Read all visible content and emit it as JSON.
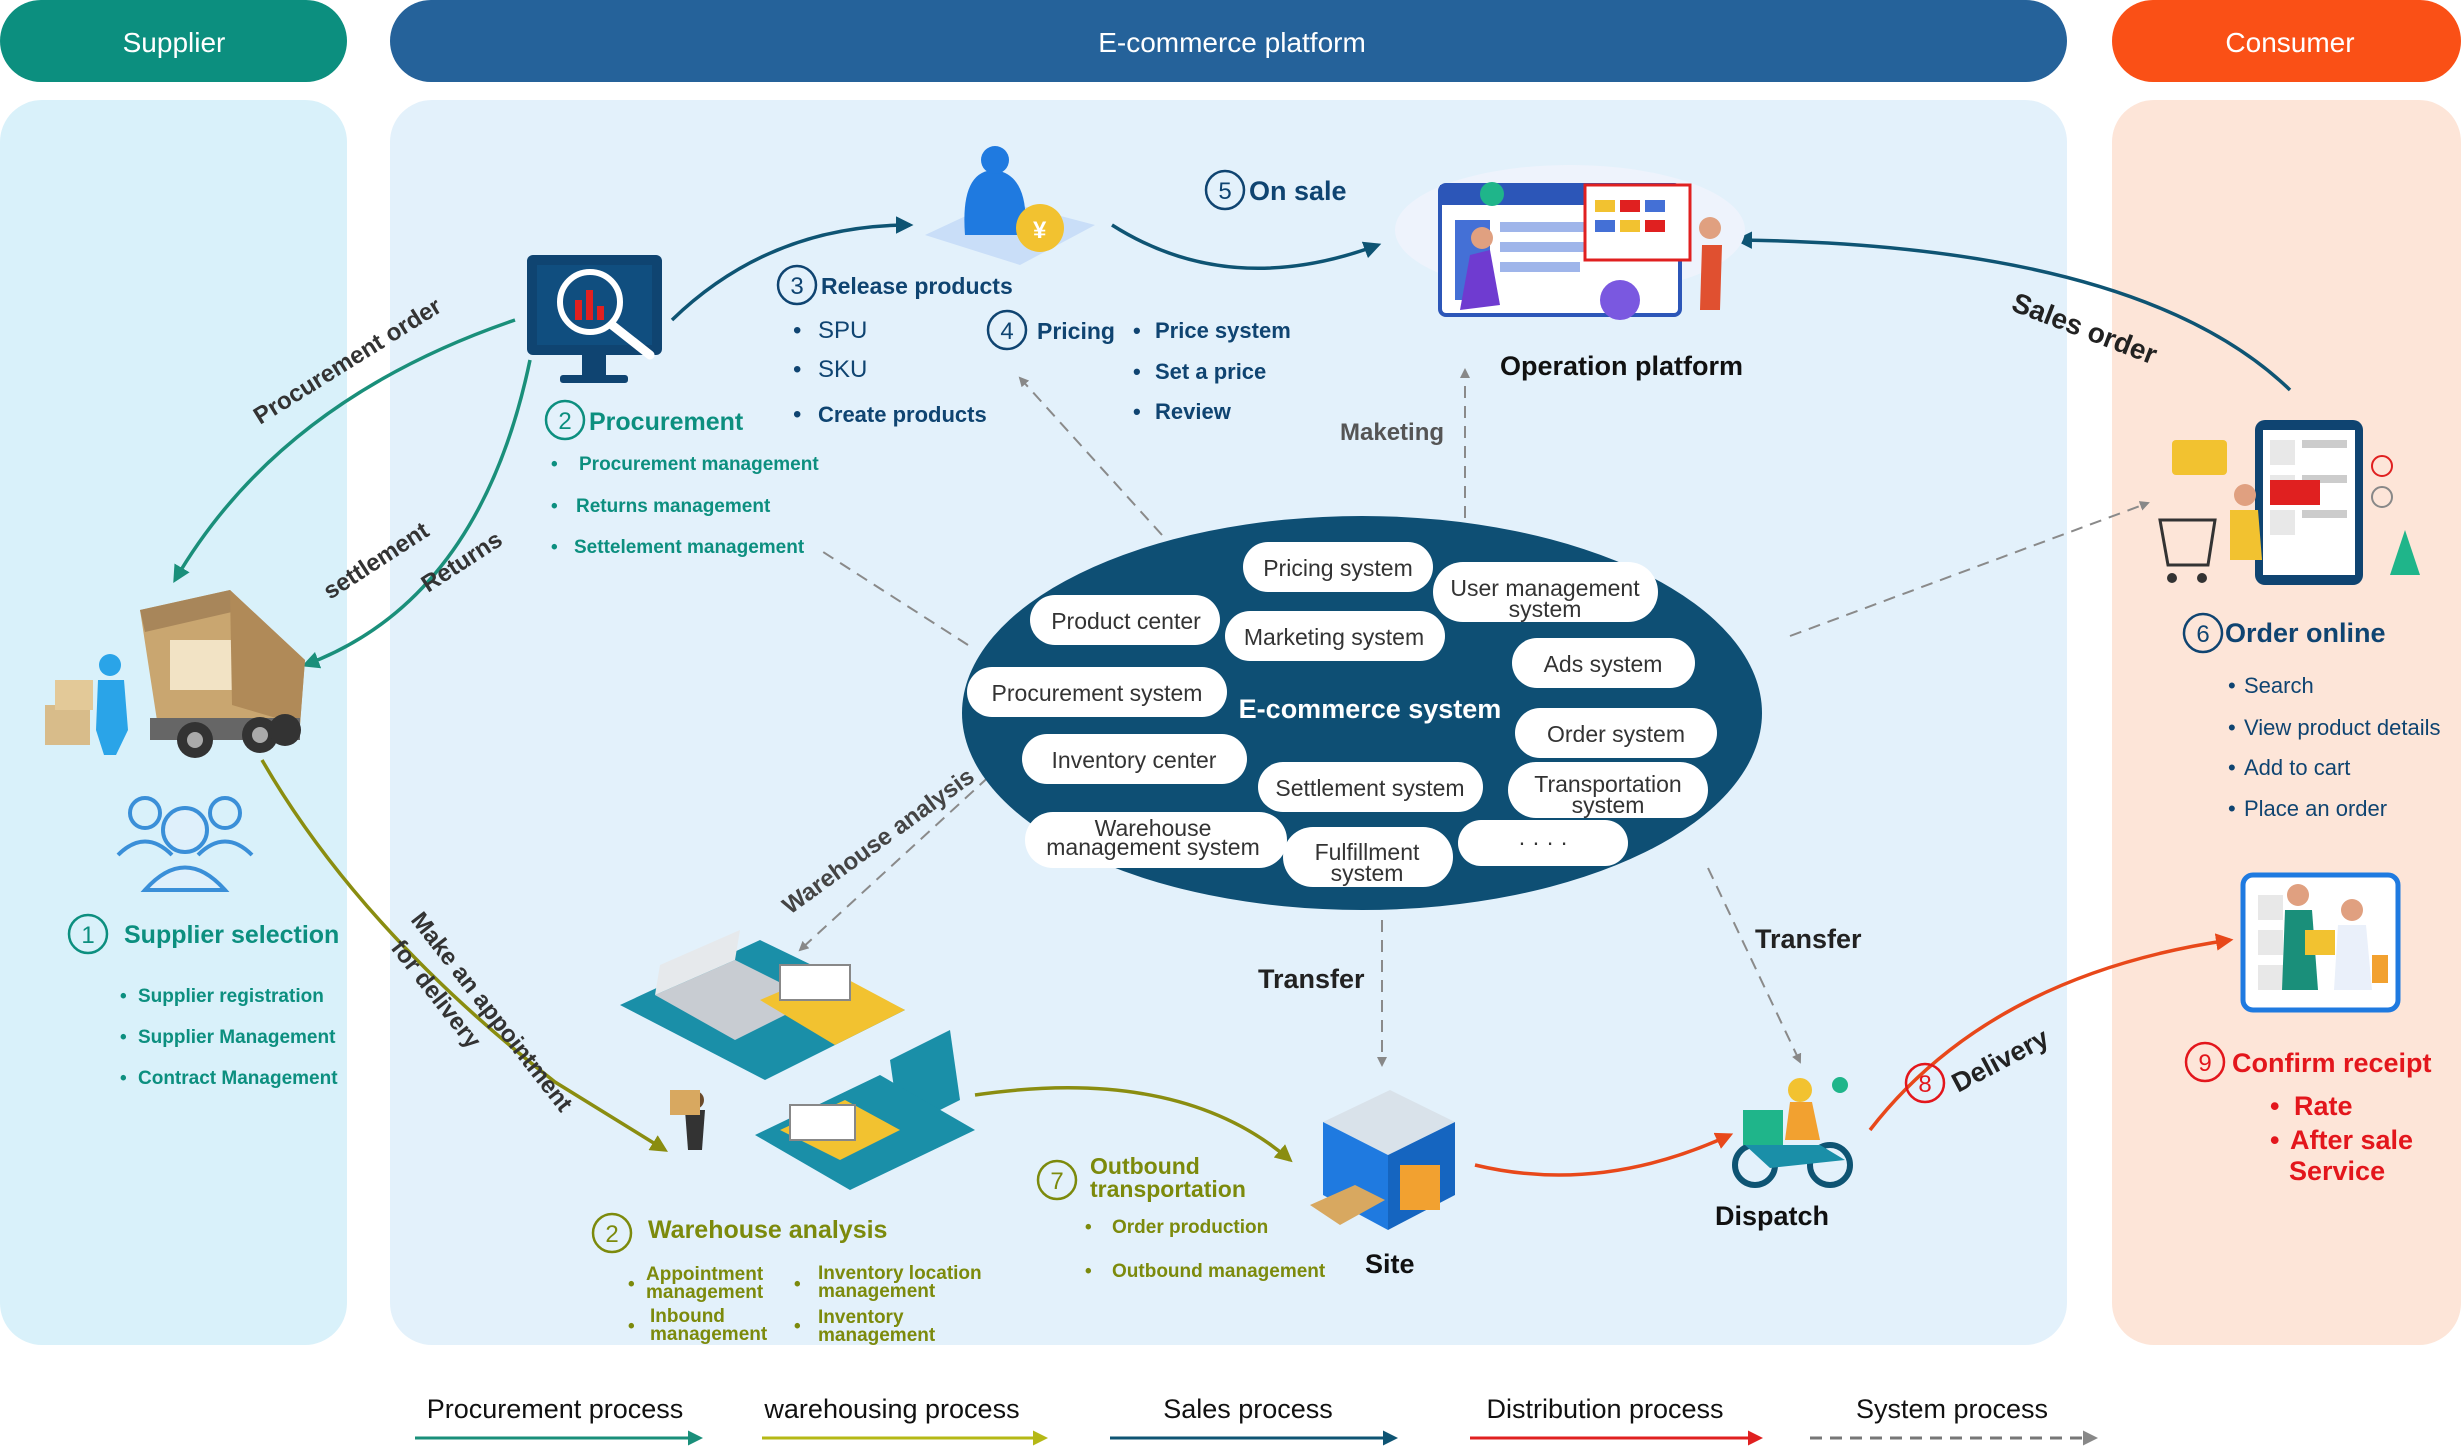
{
  "headers": {
    "supplier": "Supplier",
    "platform": "E-commerce platform",
    "consumer": "Consumer"
  },
  "steps": {
    "supplier_selection": {
      "num": "1",
      "title": "Supplier selection",
      "items": [
        "Supplier registration",
        "Supplier Management",
        "Contract Management"
      ]
    },
    "procurement": {
      "num": "2",
      "title": "Procurement",
      "items": [
        "Procurement management",
        "Returns management",
        "Settelement management"
      ]
    },
    "release_products": {
      "num": "3",
      "title": "Release products",
      "items": [
        "SPU",
        "SKU",
        "Create products"
      ]
    },
    "pricing": {
      "num": "4",
      "title": "Pricing",
      "items": [
        "Price system",
        "Set a price",
        "Review"
      ]
    },
    "on_sale": {
      "num": "5",
      "title": "On sale"
    },
    "order_online": {
      "num": "6",
      "title": "Order online",
      "items": [
        "Search",
        "View product details",
        "Add to cart",
        "Place an order"
      ]
    },
    "warehouse_analysis": {
      "num": "2",
      "title": "Warehouse analysis",
      "items": [
        "Appointment management",
        "Inbound management",
        "Inventory location management",
        "Inventory management"
      ]
    },
    "outbound": {
      "num": "7",
      "title_line1": "Outbound",
      "title_line2": "transportation",
      "items": [
        "Order production",
        "Outbound management"
      ]
    },
    "delivery": {
      "num": "8",
      "title": "Delivery"
    },
    "confirm_receipt": {
      "num": "9",
      "title": "Confirm receipt",
      "items": [
        "Rate",
        "After sale",
        "Service"
      ]
    }
  },
  "flow_labels": {
    "procurement_order": "Procurement order",
    "settlement": "settlement",
    "returns": "Returns",
    "make_appointment_line1": "Make an appointment",
    "make_appointment_line2": "for delivery",
    "warehouse_analysis": "Warehouse analysis",
    "maketing": "Maketing",
    "sales_order": "Sales order",
    "transfer_site": "Transfer",
    "transfer_dispatch": "Transfer"
  },
  "nodes": {
    "operation_platform": "Operation platform",
    "site": "Site",
    "dispatch": "Dispatch"
  },
  "ecommerce_system": {
    "center": "E-commerce system",
    "subsystems": [
      "Pricing system",
      "User management system",
      "Product center",
      "Marketing system",
      "Ads system",
      "Procurement system",
      "Order system",
      "Inventory center",
      "Settlement system",
      "Transportation system",
      "Warehouse management system",
      "Fulfillment system",
      "· · · ·"
    ]
  },
  "legend": [
    {
      "label": "Procurement process",
      "color": "#1a8f7a"
    },
    {
      "label": "warehousing process",
      "color": "#b5b816"
    },
    {
      "label": "Sales process",
      "color": "#0e5473"
    },
    {
      "label": "Distribution process",
      "color": "#e02020"
    },
    {
      "label": "System process",
      "color": "#777777"
    }
  ],
  "colors": {
    "supplier": "#0c8f7f",
    "platform": "#25629a",
    "consumer": "#fa5016",
    "ellipse": "#0e4f74",
    "green_text": "#0c8f7f",
    "olive_text": "#7c8a0c",
    "red_text": "#e3161c",
    "navy_text": "#0f4471"
  }
}
